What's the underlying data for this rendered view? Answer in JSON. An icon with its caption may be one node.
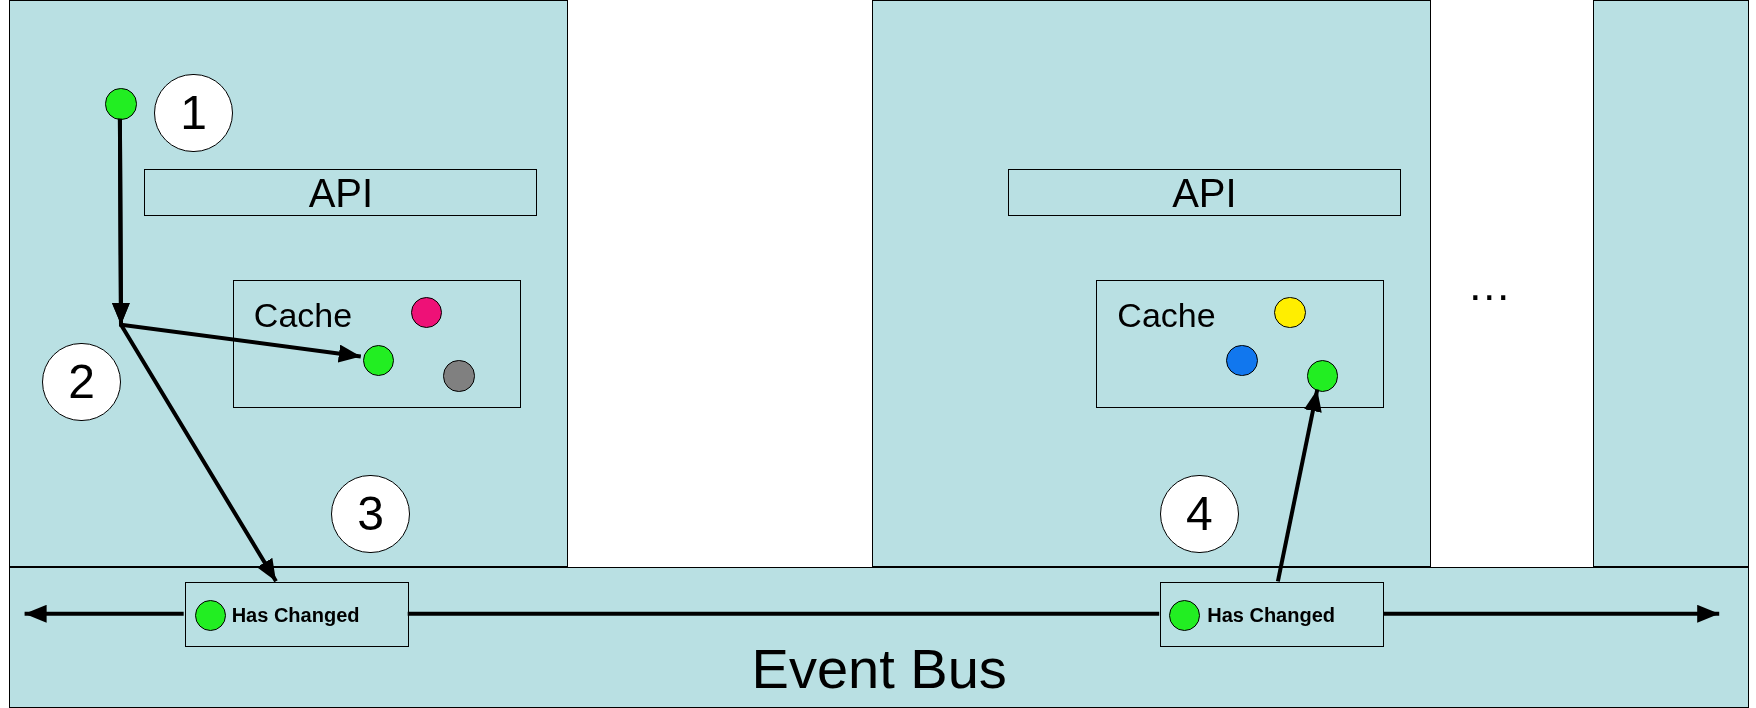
{
  "diagram": {
    "nodes": [
      {
        "text": [],
        "shape": "box"
      },
      {
        "text": [],
        "shape": "circle",
        "in": 0
      },
      {
        "text": [
          "1"
        ],
        "in": 0
      },
      {
        "text": [
          "API"
        ],
        "in": 0
      },
      {
        "text": [
          "Cache"
        ],
        "in": 0
      },
      {
        "text": [],
        "shape": "circle",
        "in": 4
      },
      {
        "text": [],
        "shape": "circle",
        "in": 4
      },
      {
        "text": [],
        "shape": "circle",
        "in": 4
      },
      {
        "text": [
          "2"
        ],
        "in": 0
      },
      {
        "text": [
          "3"
        ],
        "in": 0
      },
      {
        "text": [],
        "shape": "box"
      },
      {
        "text": [
          "API"
        ],
        "in": 10
      },
      {
        "text": [
          "Cache"
        ],
        "in": 10
      },
      {
        "text": [],
        "shape": "circle",
        "in": 12
      },
      {
        "text": [],
        "shape": "circle",
        "in": 12
      },
      {
        "text": [],
        "shape": "circle",
        "in": 12
      },
      {
        "text": [
          "4"
        ],
        "in": 10
      },
      {
        "text": [],
        "shape": "box"
      },
      {
        "text": [
          "Event Bus"
        ]
      },
      {
        "text": [
          "Has Changed"
        ],
        "in": 18
      },
      {
        "text": [],
        "shape": "circle",
        "in": 19
      },
      {
        "text": [
          "Has Changed"
        ],
        "in": 18
      },
      {
        "text": [],
        "shape": "circle",
        "in": 21
      }
    ],
    "edges": [
      {
        "from": 1,
        "to": 6,
        "arrow": "to"
      },
      {
        "from": 1,
        "to": 19,
        "arrow": "to"
      },
      {
        "from": 21,
        "to": 15,
        "arrow": "to"
      },
      {
        "from": 19,
        "to": 21,
        "arrow": "none"
      },
      {
        "from": 19,
        "to": null,
        "arrow": "to"
      },
      {
        "from": 21,
        "to": null,
        "arrow": "to"
      }
    ],
    "labels": [
      "…"
    ]
  }
}
